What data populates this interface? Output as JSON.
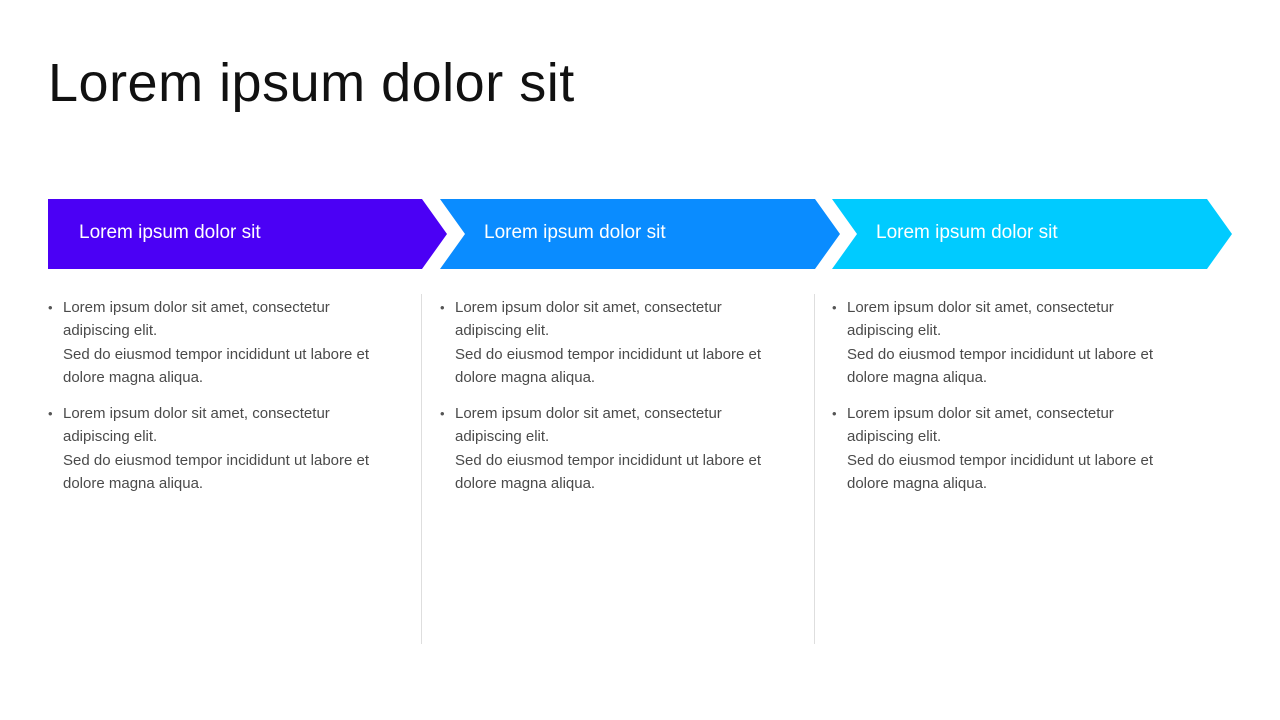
{
  "title": "Lorem ipsum dolor sit",
  "colors": {
    "step1": "#4b00f5",
    "step2": "#0a8cff",
    "step3": "#00cbff"
  },
  "steps": [
    {
      "label": "Lorem ipsum dolor sit"
    },
    {
      "label": "Lorem ipsum dolor sit"
    },
    {
      "label": "Lorem ipsum dolor sit"
    }
  ],
  "columns": [
    {
      "bullets": [
        {
          "line1": "Lorem ipsum dolor sit amet, consectetur adipiscing elit.",
          "line2": "Sed do eiusmod tempor incididunt ut labore et dolore magna aliqua."
        },
        {
          "line1": "Lorem ipsum dolor sit amet, consectetur adipiscing elit.",
          "line2": "Sed do eiusmod tempor incididunt ut labore et dolore magna aliqua."
        }
      ]
    },
    {
      "bullets": [
        {
          "line1": "Lorem ipsum dolor sit amet, consectetur adipiscing elit.",
          "line2": "Sed do eiusmod tempor incididunt ut labore et dolore magna aliqua."
        },
        {
          "line1": "Lorem ipsum dolor sit amet, consectetur adipiscing elit.",
          "line2": "Sed do eiusmod tempor incididunt ut labore et dolore magna aliqua."
        }
      ]
    },
    {
      "bullets": [
        {
          "line1": "Lorem ipsum dolor sit amet, consectetur adipiscing elit.",
          "line2": "Sed do eiusmod tempor incididunt ut labore et dolore magna aliqua."
        },
        {
          "line1": "Lorem ipsum dolor sit amet, consectetur adipiscing elit.",
          "line2": "Sed do eiusmod tempor incididunt ut labore et dolore magna aliqua."
        }
      ]
    }
  ],
  "bullet_glyph": "•"
}
